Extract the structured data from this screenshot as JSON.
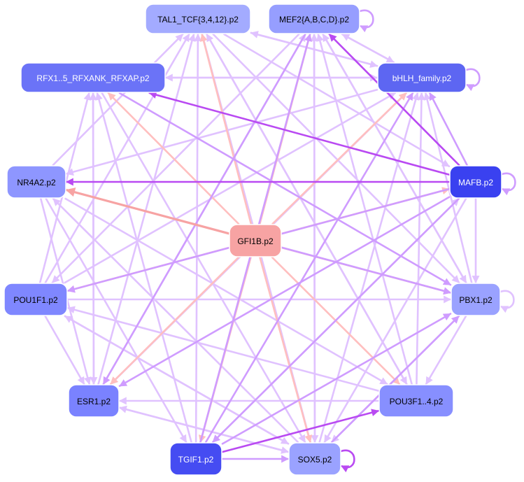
{
  "graph": {
    "nodes": [
      {
        "id": "TAL1",
        "label": "TAL1_TCF{3,4,12}.p2",
        "fill": "#a3abff",
        "text_color": "#000000"
      },
      {
        "id": "MEF2",
        "label": "MEF2{A,B,C,D}.p2",
        "fill": "#969eff",
        "text_color": "#000000"
      },
      {
        "id": "RFX",
        "label": "RFX1..5_RFXANK_RFXAP.p2",
        "fill": "#6b73f7",
        "text_color": "#ffffff"
      },
      {
        "id": "BHLH",
        "label": "bHLH_family.p2",
        "fill": "#5d66f2",
        "text_color": "#ffffff"
      },
      {
        "id": "NR4A2",
        "label": "NR4A2.p2",
        "fill": "#8e96ff",
        "text_color": "#000000"
      },
      {
        "id": "MAFB",
        "label": "MAFB.p2",
        "fill": "#3a41f0",
        "text_color": "#ffffff"
      },
      {
        "id": "GFI1B",
        "label": "GFI1B.p2",
        "fill": "#f7a3a3",
        "text_color": "#000000"
      },
      {
        "id": "POU1F1",
        "label": "POU1F1.p2",
        "fill": "#7f87ff",
        "text_color": "#000000"
      },
      {
        "id": "PBX1",
        "label": "PBX1.p2",
        "fill": "#9aa2ff",
        "text_color": "#000000"
      },
      {
        "id": "ESR1",
        "label": "ESR1.p2",
        "fill": "#7a82ff",
        "text_color": "#000000"
      },
      {
        "id": "POU3F1",
        "label": "POU3F1..4.p2",
        "fill": "#878fff",
        "text_color": "#000000"
      },
      {
        "id": "TGIF1",
        "label": "TGIF1.p2",
        "fill": "#454cf2",
        "text_color": "#ffffff"
      },
      {
        "id": "SOX5",
        "label": "SOX5.p2",
        "fill": "#9aa2ff",
        "text_color": "#000000"
      }
    ],
    "edge_colors": {
      "light": "#e0c2ff",
      "medium": "#cf9cff",
      "dark": "#b94af2",
      "salmon": "#ffbfbf",
      "red": "#f7a3a3"
    },
    "edges": [
      {
        "from": "GFI1B",
        "to": "NR4A2",
        "style": "red"
      },
      {
        "from": "GFI1B",
        "to": "RFX",
        "style": "salmon"
      },
      {
        "from": "GFI1B",
        "to": "TAL1",
        "style": "salmon"
      },
      {
        "from": "GFI1B",
        "to": "MEF2",
        "style": "salmon"
      },
      {
        "from": "GFI1B",
        "to": "BHLH",
        "style": "salmon"
      },
      {
        "from": "GFI1B",
        "to": "MAFB",
        "style": "salmon"
      },
      {
        "from": "GFI1B",
        "to": "POU1F1",
        "style": "salmon"
      },
      {
        "from": "GFI1B",
        "to": "PBX1",
        "style": "salmon"
      },
      {
        "from": "GFI1B",
        "to": "ESR1",
        "style": "salmon"
      },
      {
        "from": "GFI1B",
        "to": "POU3F1",
        "style": "salmon"
      },
      {
        "from": "GFI1B",
        "to": "TGIF1",
        "style": "salmon"
      },
      {
        "from": "GFI1B",
        "to": "SOX5",
        "style": "salmon"
      },
      {
        "from": "MAFB",
        "to": "NR4A2",
        "style": "dark"
      },
      {
        "from": "MAFB",
        "to": "RFX",
        "style": "dark"
      },
      {
        "from": "MAFB",
        "to": "BHLH",
        "style": "medium"
      },
      {
        "from": "MAFB",
        "to": "MEF2",
        "style": "dark"
      },
      {
        "from": "MAFB",
        "to": "ESR1",
        "style": "medium"
      },
      {
        "from": "MAFB",
        "to": "TGIF1",
        "style": "medium"
      },
      {
        "from": "MAFB",
        "to": "POU1F1",
        "style": "medium"
      },
      {
        "from": "MAFB",
        "to": "SOX5",
        "style": "light"
      },
      {
        "from": "MAFB",
        "to": "PBX1",
        "style": "light"
      },
      {
        "from": "BHLH",
        "to": "RFX",
        "style": "light"
      },
      {
        "from": "BHLH",
        "to": "TAL1",
        "style": "light"
      },
      {
        "from": "BHLH",
        "to": "MEF2",
        "style": "light"
      },
      {
        "from": "BHLH",
        "to": "NR4A2",
        "style": "light"
      },
      {
        "from": "BHLH",
        "to": "ESR1",
        "style": "light"
      },
      {
        "from": "TGIF1",
        "to": "BHLH",
        "style": "medium"
      },
      {
        "from": "TGIF1",
        "to": "MEF2",
        "style": "medium"
      },
      {
        "from": "TGIF1",
        "to": "TAL1",
        "style": "light"
      },
      {
        "from": "TGIF1",
        "to": "PBX1",
        "style": "medium"
      },
      {
        "from": "TGIF1",
        "to": "POU3F1",
        "style": "dark"
      },
      {
        "from": "TGIF1",
        "to": "SOX5",
        "style": "medium"
      },
      {
        "from": "TGIF1",
        "to": "RFX",
        "style": "light"
      },
      {
        "from": "TGIF1",
        "to": "MAFB",
        "style": "light"
      },
      {
        "from": "SOX5",
        "to": "BHLH",
        "style": "light"
      },
      {
        "from": "SOX5",
        "to": "MEF2",
        "style": "light"
      },
      {
        "from": "SOX5",
        "to": "TAL1",
        "style": "light"
      },
      {
        "from": "SOX5",
        "to": "PBX1",
        "style": "medium"
      },
      {
        "from": "SOX5",
        "to": "ESR1",
        "style": "light"
      },
      {
        "from": "SOX5",
        "to": "NR4A2",
        "style": "light"
      },
      {
        "from": "SOX5",
        "to": "POU1F1",
        "style": "light"
      },
      {
        "from": "ESR1",
        "to": "BHLH",
        "style": "light"
      },
      {
        "from": "ESR1",
        "to": "MEF2",
        "style": "light"
      },
      {
        "from": "ESR1",
        "to": "TAL1",
        "style": "light"
      },
      {
        "from": "ESR1",
        "to": "RFX",
        "style": "light"
      },
      {
        "from": "ESR1",
        "to": "SOX5",
        "style": "light"
      },
      {
        "from": "NR4A2",
        "to": "ESR1",
        "style": "light"
      },
      {
        "from": "NR4A2",
        "to": "TAL1",
        "style": "light"
      },
      {
        "from": "NR4A2",
        "to": "PBX1",
        "style": "medium"
      },
      {
        "from": "NR4A2",
        "to": "POU3F1",
        "style": "light"
      },
      {
        "from": "NR4A2",
        "to": "TGIF1",
        "style": "light"
      },
      {
        "from": "POU1F1",
        "to": "PBX1",
        "style": "light"
      },
      {
        "from": "POU1F1",
        "to": "TAL1",
        "style": "light"
      },
      {
        "from": "POU1F1",
        "to": "BHLH",
        "style": "light"
      },
      {
        "from": "POU1F1",
        "to": "SOX5",
        "style": "light"
      },
      {
        "from": "POU1F1",
        "to": "ESR1",
        "style": "light"
      },
      {
        "from": "POU1F1",
        "to": "RFX",
        "style": "light"
      },
      {
        "from": "RFX",
        "to": "BHLH",
        "style": "light"
      },
      {
        "from": "RFX",
        "to": "PBX1",
        "style": "medium"
      },
      {
        "from": "RFX",
        "to": "SOX5",
        "style": "light"
      },
      {
        "from": "RFX",
        "to": "ESR1",
        "style": "light"
      },
      {
        "from": "TAL1",
        "to": "BHLH",
        "style": "light"
      },
      {
        "from": "TAL1",
        "to": "PBX1",
        "style": "light"
      },
      {
        "from": "TAL1",
        "to": "POU3F1",
        "style": "light"
      },
      {
        "from": "TAL1",
        "to": "SOX5",
        "style": "light"
      },
      {
        "from": "TAL1",
        "to": "MAFB",
        "style": "light"
      },
      {
        "from": "MEF2",
        "to": "BHLH",
        "style": "light"
      },
      {
        "from": "MEF2",
        "to": "SOX5",
        "style": "light"
      },
      {
        "from": "MEF2",
        "to": "PBX1",
        "style": "light"
      },
      {
        "from": "MEF2",
        "to": "ESR1",
        "style": "medium"
      },
      {
        "from": "MEF2",
        "to": "POU1F1",
        "style": "light"
      },
      {
        "from": "PBX1",
        "to": "BHLH",
        "style": "light"
      },
      {
        "from": "PBX1",
        "to": "MEF2",
        "style": "light"
      },
      {
        "from": "PBX1",
        "to": "POU3F1",
        "style": "light"
      },
      {
        "from": "PBX1",
        "to": "SOX5",
        "style": "light"
      },
      {
        "from": "POU3F1",
        "to": "BHLH",
        "style": "light"
      },
      {
        "from": "POU3F1",
        "to": "MEF2",
        "style": "light"
      },
      {
        "from": "POU3F1",
        "to": "ESR1",
        "style": "light"
      },
      {
        "from": "POU3F1",
        "to": "TAL1",
        "style": "light"
      },
      {
        "from": "POU3F1",
        "to": "POU1F1",
        "style": "light"
      }
    ],
    "self_loops": [
      {
        "node": "MEF2",
        "style": "medium"
      },
      {
        "node": "BHLH",
        "style": "medium"
      },
      {
        "node": "MAFB",
        "style": "medium"
      },
      {
        "node": "PBX1",
        "style": "light"
      },
      {
        "node": "SOX5",
        "style": "dark"
      }
    ]
  }
}
